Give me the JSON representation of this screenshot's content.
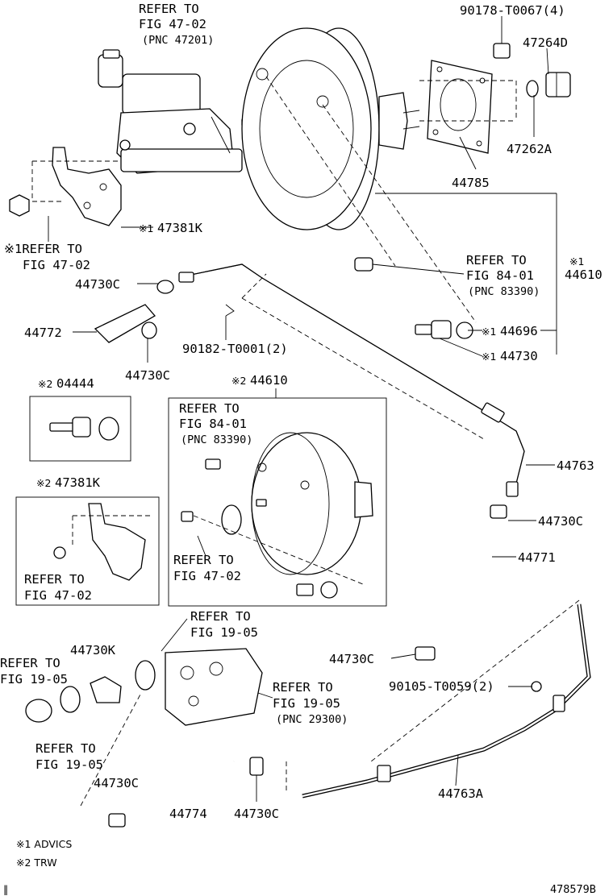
{
  "labels": {
    "refer_mc": [
      "REFER TO",
      "FIG 47-02",
      "(PNC 47201)"
    ],
    "p90178": "90178-T0067(4)",
    "p47264d": "47264D",
    "p47262a": "47262A",
    "p44785": "44785",
    "p47381k": "47381K",
    "m1": "※1",
    "refer_472_left": [
      "※1REFER TO",
      "FIG 47-02"
    ],
    "refer_8401_top": [
      "REFER TO",
      "FIG 84-01",
      "(PNC 83390)"
    ],
    "p44610": "44610",
    "p44730c_a": "44730C",
    "p44772": "44772",
    "p90182": "90182-T0001(2)",
    "p44696": "44696",
    "p44730": "44730",
    "p44730c_b": "44730C",
    "box1_title": "04444",
    "m2": "※2",
    "box2_title": "44610",
    "box2_refer_8401": [
      "REFER TO",
      "FIG 84-01",
      "(PNC 83390)"
    ],
    "box2_refer_472": [
      "REFER TO",
      "FIG 47-02"
    ],
    "box3_title": "47381K",
    "box3_refer": [
      "REFER TO",
      "FIG 47-02"
    ],
    "p44763": "44763",
    "p44730c_c": "44730C",
    "p44771": "44771",
    "refer_1905_a": [
      "REFER TO",
      "FIG 19-05"
    ],
    "p44730k": "44730K",
    "refer_1905_b": [
      "REFER TO",
      "FIG 19-05"
    ],
    "refer_1905_c": [
      "REFER TO",
      "FIG 19-05",
      "(PNC 29300)"
    ],
    "refer_1905_d": [
      "REFER TO",
      "FIG 19-05"
    ],
    "p44730c_d": "44730C",
    "p90105": "90105-T0059(2)",
    "p44730c_e": "44730C",
    "p44774": "44774",
    "p44730c_f": "44730C",
    "p44763a": "44763A",
    "legend1": "※1 ADVICS",
    "legend2": "※2 TRW",
    "corner_mark": "‖",
    "fig_id": "478579B"
  },
  "colors": {
    "ink": "#000000",
    "paper": "#ffffff"
  }
}
